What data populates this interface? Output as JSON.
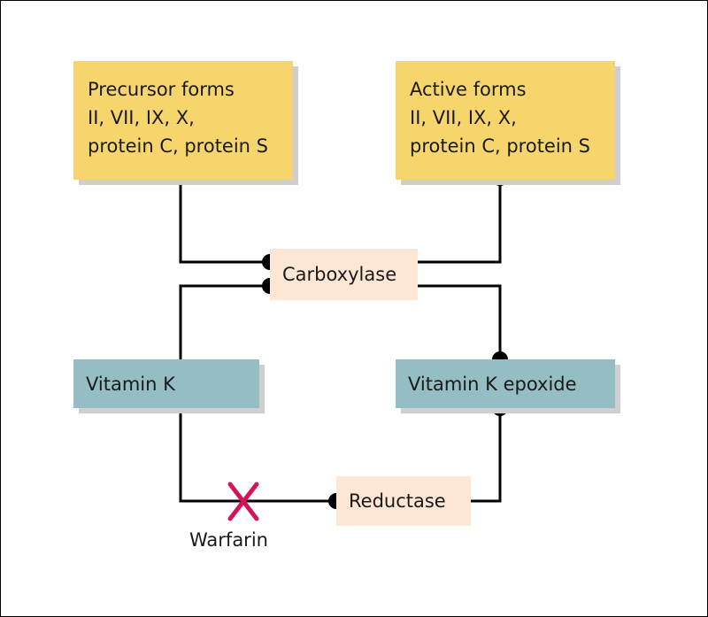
{
  "precursor": {
    "title": "Precursor forms",
    "line1": "II, VII, IX, X,",
    "line2": "protein C, protein S"
  },
  "active": {
    "title": "Active forms",
    "line1": "II, VII, IX, X,",
    "line2": "protein C, protein S"
  },
  "carboxylase": "Carboxylase",
  "vitamin_k": "Vitamin K",
  "vitamin_k_epoxide": "Vitamin K epoxide",
  "reductase": "Reductase",
  "inhibitor": "Warfarin",
  "colors": {
    "precursor_fill": "#f7d56d",
    "vitamin_fill": "#94bec3",
    "enzyme_fill": "#fde6d4",
    "inhibition_mark": "#d4145a",
    "line": "#000000"
  }
}
